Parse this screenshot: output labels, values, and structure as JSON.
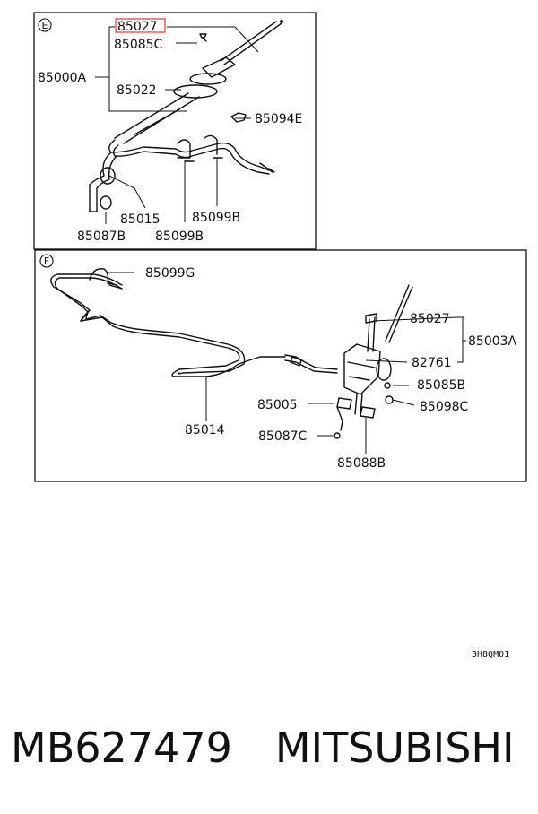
{
  "sections": {
    "e": {
      "letter": "E"
    },
    "f": {
      "letter": "F"
    }
  },
  "labels_e": {
    "p85027": "85027",
    "p85085c": "85085C",
    "p85000a": "85000A",
    "p85022": "85022",
    "p85094e": "85094E",
    "p85015": "85015",
    "p85099b_right": "85099B",
    "p85087b": "85087B",
    "p85099b_left": "85099B"
  },
  "labels_f": {
    "p85099g": "85099G",
    "p85027": "85027",
    "p85003a": "85003A",
    "p82761": "82761",
    "p85085b": "85085B",
    "p85005": "85005",
    "p85098c": "85098C",
    "p85014": "85014",
    "p85087c": "85087C",
    "p85088b": "85088B"
  },
  "diagram_code": "3H8QM01",
  "footer": {
    "part_number": "MB627479",
    "brand": "MITSUBISHI"
  },
  "colors": {
    "highlight": "#e0474c",
    "ink": "#111111"
  }
}
